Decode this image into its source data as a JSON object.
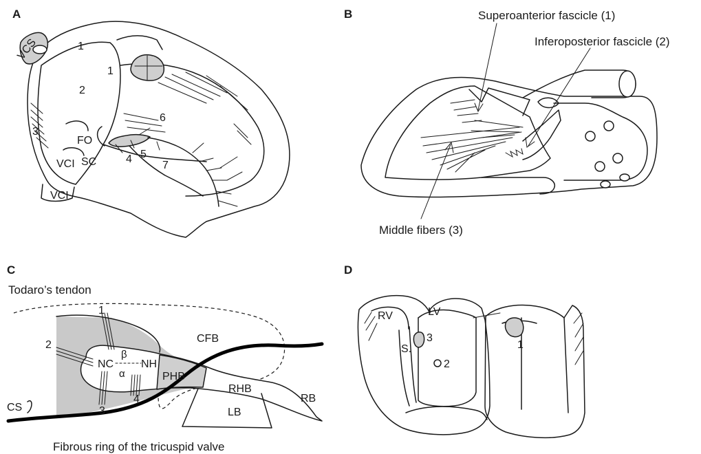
{
  "panels": {
    "a": {
      "letter": "A",
      "labels": {
        "vcs": "VCS",
        "vci_top": "VCI",
        "vci_bottom": "VCI",
        "fo": "FO",
        "sc": "SC",
        "n1a": "1",
        "n1b": "1",
        "n2": "2",
        "n3": "3",
        "n4": "4",
        "n5": "5",
        "n6": "6",
        "n7": "7"
      }
    },
    "b": {
      "letter": "B",
      "superoanterior": "Superoanterior fascicle (1)",
      "inferoposterior": "Inferoposterior fascicle (2)",
      "middle": "Middle fibers (3)"
    },
    "c": {
      "letter": "C",
      "todaro": "Todaro’s tendon",
      "fibrous_ring": "Fibrous ring of the tricuspid valve",
      "labels": {
        "cfb": "CFB",
        "nc": "NC",
        "nh": "NH",
        "beta": "β",
        "alpha": "α",
        "phb": "PHB",
        "rhb": "RHB",
        "rb": "RB",
        "lb": "LB",
        "cs": "CS",
        "n1": "1",
        "n2": "2",
        "n3": "3",
        "n4": "4"
      }
    },
    "d": {
      "letter": "D",
      "labels": {
        "rv": "RV",
        "lv": "LV",
        "s": "S.",
        "n1": "1",
        "n2": "2",
        "n3": "3"
      }
    }
  }
}
